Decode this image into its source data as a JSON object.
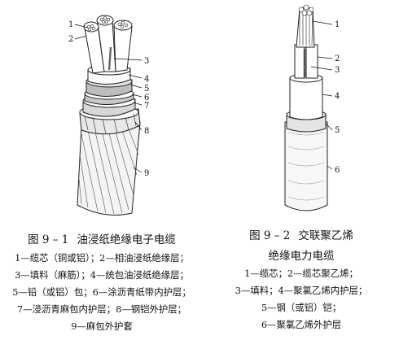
{
  "figure1": {
    "number": "图 9 – 1",
    "title": "油浸纸绝缘电子电缆",
    "legend": [
      "1—缆芯（铜或铝）；2—相油浸纸绝缘层；",
      "3—填料（麻筋）；4—统包油浸纸绝缘层；",
      "5—铅（或铝）包；6—涂沥青纸带内护层；",
      "7—浸沥青麻包内护层；8—钢铠外护层；",
      "9—麻包外护套"
    ],
    "labels": [
      "1",
      "2",
      "3",
      "4",
      "5",
      "6",
      "7",
      "8",
      "9"
    ]
  },
  "figure2": {
    "number": "图 9 – 2",
    "title_line1": "交联聚乙烯",
    "title_line2": "绝缘电力电缆",
    "legend": [
      "1—缆芯；2—缆芯聚乙烯；",
      "3—填料；4—聚氯乙烯内护层；",
      "5—钢（或铝）铠；",
      "6—聚氯乙烯外护层"
    ],
    "labels": [
      "1",
      "2",
      "3",
      "4",
      "5",
      "6"
    ]
  }
}
